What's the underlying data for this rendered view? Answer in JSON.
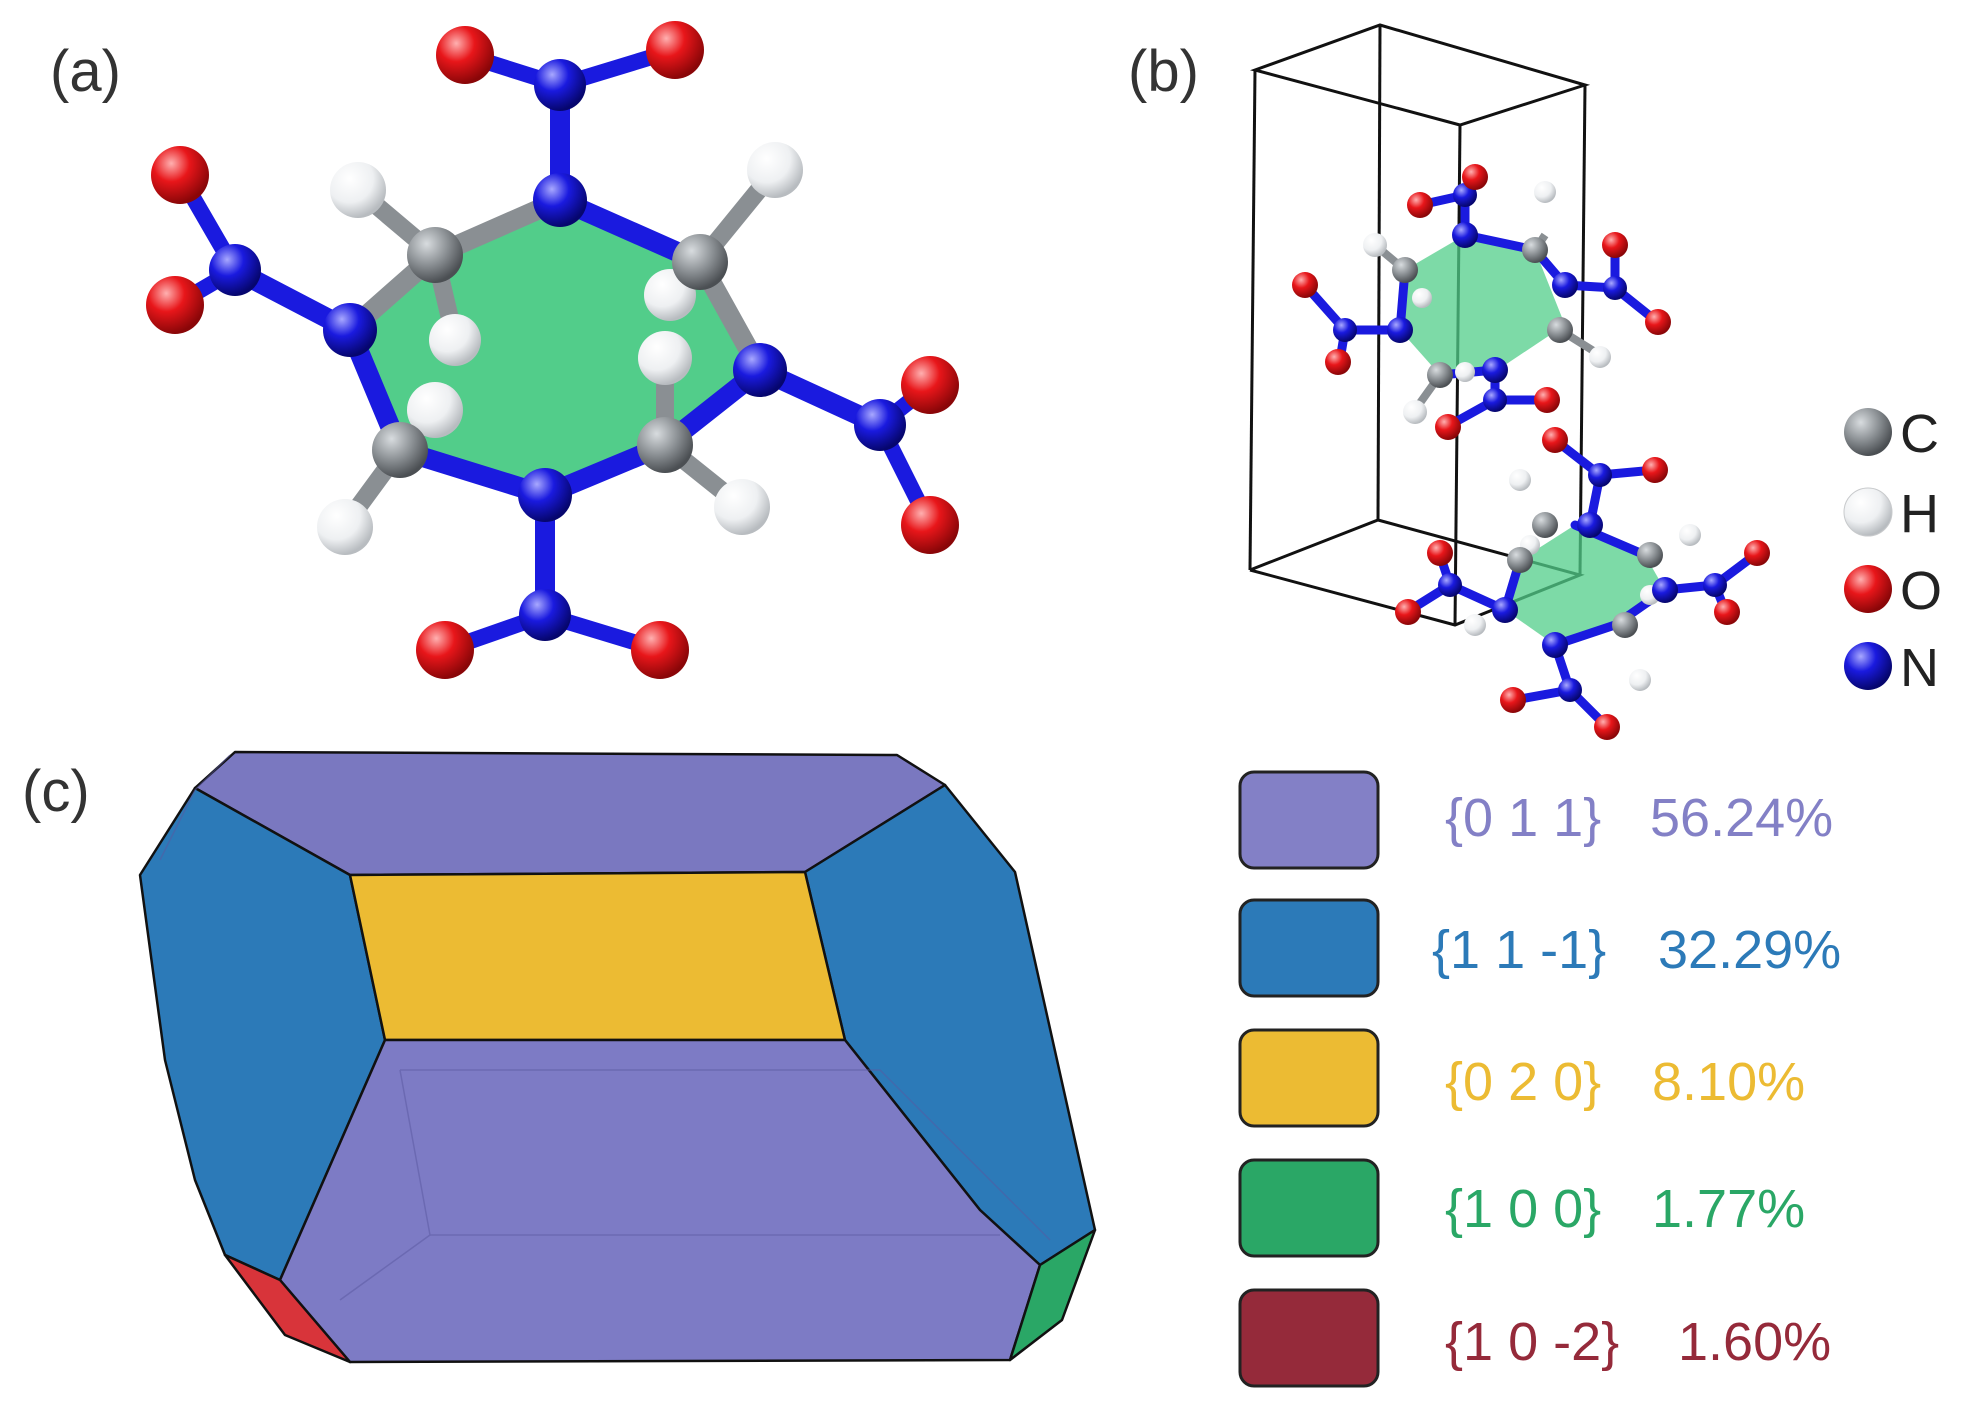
{
  "panels": {
    "a": "(a)",
    "b": "(b)",
    "c": "(c)"
  },
  "atom_legend": [
    {
      "symbol": "C",
      "color": "#8a8f93"
    },
    {
      "symbol": "H",
      "color": "#f0f0f0"
    },
    {
      "symbol": "O",
      "color": "#e0161a"
    },
    {
      "symbol": "N",
      "color": "#1a1adf"
    }
  ],
  "facet_legend": [
    {
      "plane": "{0 1 1}",
      "percent": "56.24%",
      "color": "#8380c6"
    },
    {
      "plane": "{1 1 -1}",
      "percent": "32.29%",
      "color": "#2c7ab8"
    },
    {
      "plane": "{0 2 0}",
      "percent": "8.10%",
      "color": "#ecbb33"
    },
    {
      "plane": "{1 0 0}",
      "percent": "1.77%",
      "color": "#2aa766"
    },
    {
      "plane": "{1 0 -2}",
      "percent": "1.60%",
      "color": "#952a3a"
    }
  ],
  "colors": {
    "ring": "#52cd8a",
    "bond_n": "#1a1adf",
    "bond_c": "#8a8f93"
  }
}
